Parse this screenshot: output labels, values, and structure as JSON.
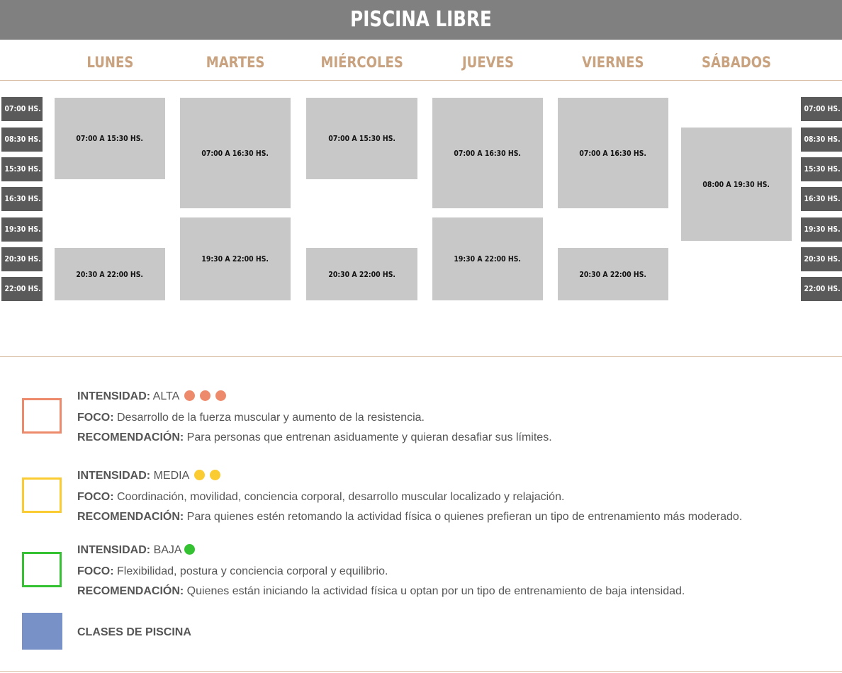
{
  "header": {
    "title": "PISCINA LIBRE"
  },
  "days": [
    "LUNES",
    "MARTES",
    "MIÉRCOLES",
    "JUEVES",
    "VIERNES",
    "SÁBADOS"
  ],
  "times": [
    "07:00 HS.",
    "08:30 HS.",
    "15:30 HS.",
    "16:30 HS.",
    "19:30 HS.",
    "20:30 HS.",
    "22:00 HS."
  ],
  "schedule": {
    "lunes": [
      "07:00 A 15:30 HS.",
      "20:30 A 22:00 HS."
    ],
    "martes": [
      "07:00 A 16:30 HS.",
      "19:30 A 22:00 HS."
    ],
    "miercoles": [
      "07:00 A 15:30 HS.",
      "20:30 A 22:00 HS."
    ],
    "jueves": [
      "07:00 A 16:30 HS.",
      "19:30 A 22:00 HS."
    ],
    "viernes": [
      "07:00 A 16:30 HS.",
      "20:30 A 22:00 HS."
    ],
    "sabados": [
      "08:00 A 19:30 HS."
    ]
  },
  "legend": {
    "intensity_label": "INTENSIDAD:",
    "focus_label": "FOCO:",
    "recommendation_label": "RECOMENDACIÓN:",
    "alta": {
      "level": "ALTA",
      "color": "#ee8a6c",
      "dots": 3,
      "focus": "Desarrollo de la fuerza muscular y aumento de la resistencia.",
      "recommendation": "Para personas que entrenan asiduamente y quieran desafiar sus límites."
    },
    "media": {
      "level": "MEDIA",
      "color": "#fbcb32",
      "dots": 2,
      "focus": "Coordinación, movilidad, conciencia corporal, desarrollo muscular localizado y relajación.",
      "recommendation": "Para quienes estén retomando la actividad física o quienes prefieran un tipo de entrenamiento más moderado."
    },
    "baja": {
      "level": "BAJA",
      "color": "#34c232",
      "dots": 1,
      "focus": "Flexibilidad, postura y conciencia corporal y equilibrio.",
      "recommendation": "Quienes están iniciando la actividad física u optan por un tipo de entrenamiento de baja intensidad."
    },
    "pool": {
      "label": "CLASES DE PISCINA",
      "color": "#7892c7"
    }
  },
  "colors": {
    "header_bg": "#808080",
    "day_text": "#c9a27f",
    "block_bg": "#c8c8c8",
    "time_bg": "#5a5a5a"
  }
}
